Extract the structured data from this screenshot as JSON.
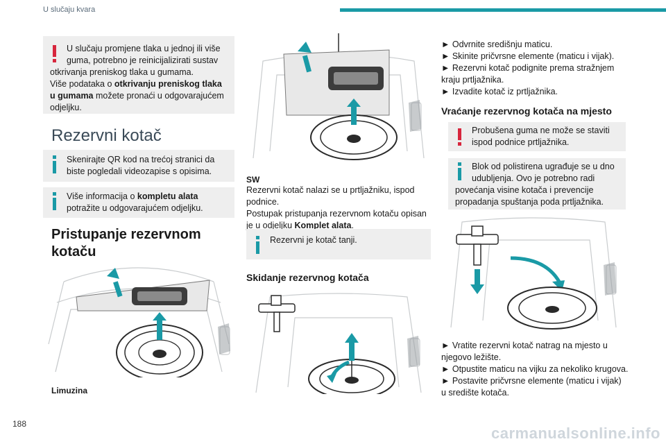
{
  "header": {
    "section_title": "U slučaju kvara"
  },
  "page_number": "188",
  "watermark": "carmanualsonline.info",
  "col1": {
    "warning1": {
      "l1": "U slučaju promjene tlaka u jednoj ili više",
      "l2": "guma, potrebno je reinicijalizirati sustav",
      "l3": "otkrivanja preniskog tlaka u gumama.",
      "l4a": "Više podataka o ",
      "l4b": "otkrivanju preniskog tlaka",
      "l5a": "u gumama",
      "l5b": " možete pronaći u odgovarajućem",
      "l6": "odjeljku."
    },
    "section_title": "Rezervni kotač",
    "info1": {
      "l1": "Skenirajte QR kod na trećoj stranici da",
      "l2": "biste pogledali videozapise s opisima."
    },
    "info2": {
      "l1a": "Više informacija o ",
      "l1b": "kompletu alata",
      "l2": "potražite u odgovarajućem odjeljku."
    },
    "heading_l1": "Pristupanje rezervnom",
    "heading_l2": "kotaču",
    "figure_caption": "Limuzina"
  },
  "col2": {
    "sw_label": "SW",
    "p_l1": "Rezervni kotač nalazi se u prtljažniku, ispod",
    "p_l2": "podnice.",
    "p_l3": "Postupak pristupanja rezervnom kotaču opisan",
    "p_l4a": "je u odjeljku ",
    "p_l4b": "Komplet alata",
    "p_l4c": ".",
    "info": "Rezervni je kotač tanji.",
    "subheading": "Skidanje rezervnog kotača"
  },
  "col3": {
    "steps_top": [
      "►  Odvrnite središnju maticu.",
      "►  Skinite pričvrsne elemente (maticu i vijak).",
      "►  Rezervni kotač podignite prema stražnjem",
      "kraju prtljažnika.",
      "►  Izvadite kotač iz prtljažnika."
    ],
    "subheading": "Vraćanje rezervnog kotača na mjesto",
    "warning": {
      "l1": "Probušena guma ne može se staviti",
      "l2": "ispod podnice prtljažnika."
    },
    "info": {
      "l1": "Blok od polistirena ugrađuje se u dno",
      "l2": "udubljenja. Ovo je potrebno radi",
      "l3": "povećanja visine kotača i prevencije",
      "l4": "propadanja spuštanja poda prtljažnika."
    },
    "steps_bottom": [
      "►  Vratite rezervni kotač natrag na mjesto u",
      "njegovo ležište.",
      "►  Otpustite maticu na vijku za nekoliko krugova.",
      "►  Postavite pričvrsne elemente (maticu i vijak)",
      "u središte kotača."
    ]
  },
  "colors": {
    "accent": "#1a9aa6",
    "warning": "#d7263d",
    "box_bg": "#eeeeee"
  },
  "icons": [
    "warning-icon",
    "info-icon",
    "arrow-up-icon",
    "arrow-down-icon",
    "curved-arrow-icon"
  ]
}
